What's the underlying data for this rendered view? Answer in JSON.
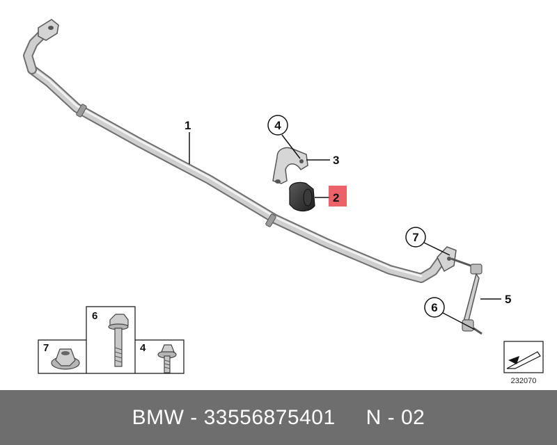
{
  "callouts": {
    "c1": "1",
    "c2": "2",
    "c3": "3",
    "c4": "4",
    "c5": "5",
    "c6": "6",
    "c7": "7"
  },
  "legend": {
    "box_nut": "7",
    "box_bolt": "6",
    "box_screw": "4"
  },
  "diagram_code": "232070",
  "footer": {
    "part_text": "BMW - 33556875401",
    "position_text": "N - 02"
  },
  "colors": {
    "footer_bg": "#6e6e6e",
    "highlight": "#e8474f",
    "part_gray": "#bdbdbd"
  }
}
